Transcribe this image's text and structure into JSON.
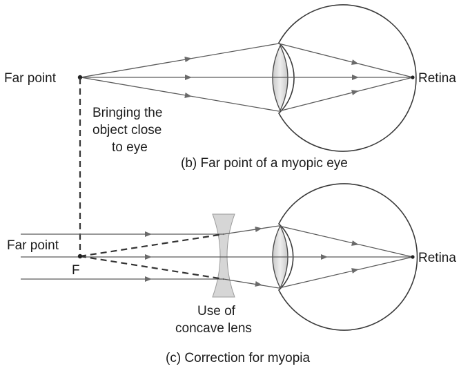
{
  "top": {
    "far_point_label": "Far point",
    "retina_label": "Retina",
    "bringing_line1": "Bringing the",
    "bringing_line2": "object close",
    "bringing_line3": "to eye",
    "caption": "(b) Far point of a myopic eye"
  },
  "bottom": {
    "far_point_label": "Far point",
    "focus_label": "F",
    "retina_label": "Retina",
    "lens_line1": "Use of",
    "lens_line2": "concave lens",
    "caption": "(c) Correction for myopia"
  },
  "colors": {
    "line": "#3a3a3a",
    "lens": "#d9d9d9",
    "dot": "#222222"
  }
}
